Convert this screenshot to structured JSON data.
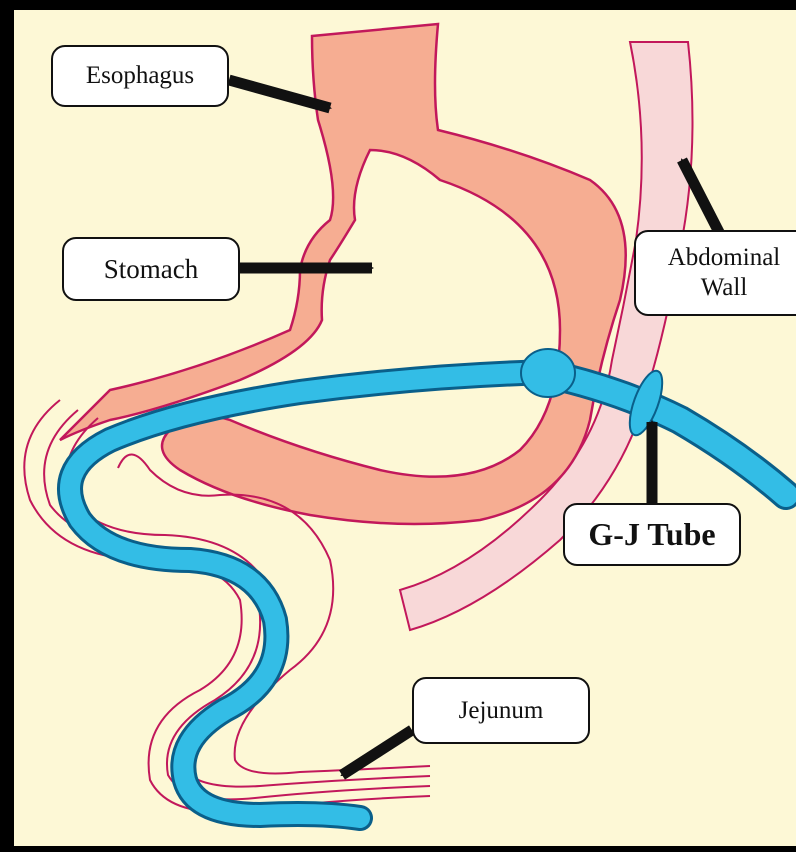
{
  "diagram": {
    "labels": {
      "esophagus": "Esophagus",
      "stomach": "Stomach",
      "abdominal_wall_line1": "Abdominal",
      "abdominal_wall_line2": "Wall",
      "gj_tube": "G-J Tube",
      "jejunum": "Jejunum"
    },
    "colors": {
      "background": "#fdf8d6",
      "frame": "#000000",
      "stomach_fill": "#f6ad92",
      "stomach_outline": "#c2185b",
      "abdominal_wall_fill": "#f8d8d8",
      "tube_fill": "#33bde6",
      "tube_outline": "#0a5f8a",
      "arrow": "#111111"
    }
  }
}
